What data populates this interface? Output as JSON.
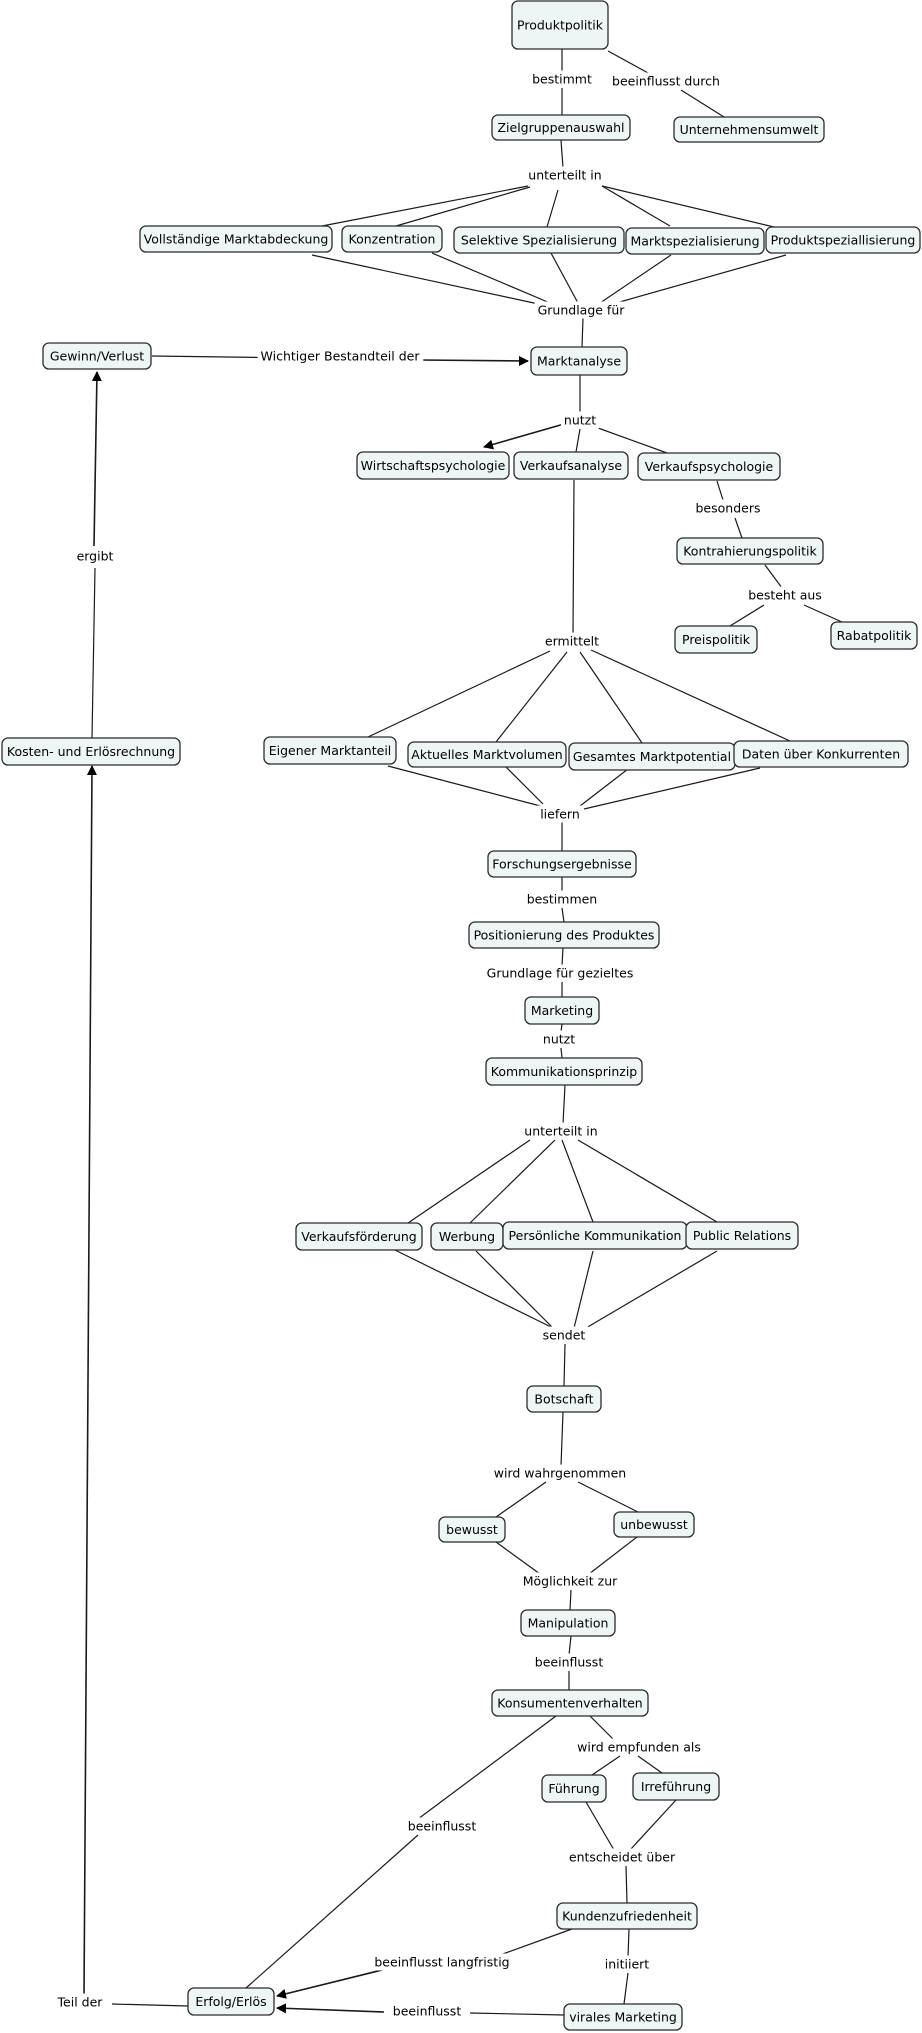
{
  "concepts": {
    "produktpolitik": "Produktpolitik",
    "unternehmensumwelt": "Unternehmensumwelt",
    "zielgruppenauswahl": "Zielgruppenauswahl",
    "vollstaendige": "Vollständige Marktabdeckung",
    "konzentration": "Konzentration",
    "selektive": "Selektive Spezialisierung",
    "marktspezialisierung": "Marktspezialisierung",
    "produktspezialisierung": "Produktspeziallisierung",
    "marktanalyse": "Marktanalyse",
    "gewinn": "Gewinn/Verlust",
    "wirtschaftspsychologie": "Wirtschaftspsychologie",
    "verkaufsanalyse": "Verkaufsanalyse",
    "verkaufspsychologie": "Verkaufspsychologie",
    "kontrahierungspolitik": "Kontrahierungspolitik",
    "preispolitik": "Preispolitik",
    "rabatpolitik": "Rabatpolitik",
    "kosten": "Kosten- und Erlösrechnung",
    "eigener": "Eigener Marktanteil",
    "aktuelles": "Aktuelles Marktvolumen",
    "gesamtes": "Gesamtes Marktpotential",
    "daten": "Daten über Konkurrenten",
    "forschung": "Forschungsergebnisse",
    "positionierung": "Positionierung des Produktes",
    "marketing": "Marketing",
    "kommunikation": "Kommunikationsprinzip",
    "verkaufsfoerderung": "Verkaufsförderung",
    "werbung": "Werbung",
    "persoenliche": "Persönliche Kommunikation",
    "public": "Public Relations",
    "botschaft": "Botschaft",
    "bewusst": "bewusst",
    "unbewusst": "unbewusst",
    "manipulation": "Manipulation",
    "konsumentenverhalten": "Konsumentenverhalten",
    "fuehrung": "Führung",
    "irrefuehrung": "Irreführung",
    "kundenzufriedenheit": "Kundenzufriedenheit",
    "erfolg": "Erfolg/Erlös",
    "viral": "virales Marketing"
  },
  "linking_phrases": {
    "bestimmt": "bestimmt",
    "beeinflusst_durch": "beeinflusst durch",
    "unterteilt_in_1": "unterteilt in",
    "grundlage_fuer": "Grundlage für",
    "wichtiger": "Wichtiger Bestandteil der",
    "nutzt_1": "nutzt",
    "besonders": "besonders",
    "besteht_aus": "besteht aus",
    "ergibt": "ergibt",
    "ermittelt": "ermittelt",
    "liefern": "liefern",
    "bestimmen": "bestimmen",
    "grundlage_gezieltes": "Grundlage für gezieltes",
    "nutzt_2": "nutzt",
    "unterteilt_in_2": "unterteilt in",
    "sendet": "sendet",
    "wird_wahrgenommen": "wird wahrgenommen",
    "moeglichkeit": "Möglichkeit zur",
    "beeinflusst_1": "beeinflusst",
    "wird_empfunden": "wird empfunden als",
    "beeinflusst_2": "beeinflusst",
    "entscheidet": "entscheidet über",
    "beeinflusst_langfristig": "beeinflusst langfristig",
    "initiiert": "initiiert",
    "beeinflusst_3": "beeinflusst",
    "teil_der": "Teil der"
  }
}
